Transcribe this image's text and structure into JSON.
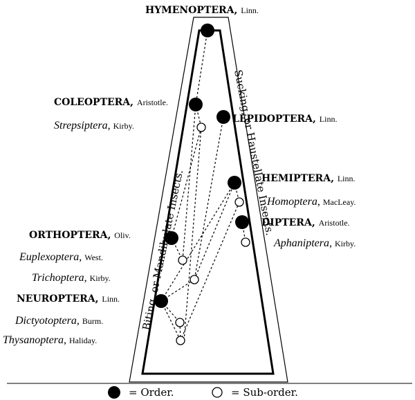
{
  "diagram": {
    "side_labels": {
      "left": "Biting, or Mandibulate Insects.",
      "right": "Sucking, or Haustellate Insects."
    },
    "taxa": [
      {
        "id": "hymenoptera",
        "name": "HYMENOPTERA",
        "author": "Linn.",
        "rank": "order"
      },
      {
        "id": "coleoptera",
        "name": "COLEOPTERA",
        "author": "Aristotle.",
        "rank": "order"
      },
      {
        "id": "strepsiptera",
        "name": "Strepsiptera",
        "author": "Kirby.",
        "rank": "sub-order"
      },
      {
        "id": "lepidoptera",
        "name": "LEPIDOPTERA",
        "author": "Linn.",
        "rank": "order"
      },
      {
        "id": "hemiptera",
        "name": "HEMIPTERA",
        "author": "Linn.",
        "rank": "order"
      },
      {
        "id": "homoptera",
        "name": "Homoptera",
        "author": "MacLeay.",
        "rank": "sub-order"
      },
      {
        "id": "diptera",
        "name": "DIPTERA",
        "author": "Aristotle.",
        "rank": "order"
      },
      {
        "id": "aphaniptera",
        "name": "Aphaniptera",
        "author": "Kirby.",
        "rank": "sub-order"
      },
      {
        "id": "orthoptera",
        "name": "ORTHOPTERA",
        "author": "Oliv.",
        "rank": "order"
      },
      {
        "id": "euplexoptera",
        "name": "Euplexoptera",
        "author": "West.",
        "rank": "sub-order"
      },
      {
        "id": "trichoptera",
        "name": "Trichoptera",
        "author": "Kirby.",
        "rank": "sub-order"
      },
      {
        "id": "neuroptera",
        "name": "NEUROPTERA",
        "author": "Linn.",
        "rank": "order"
      },
      {
        "id": "dictyotoptera",
        "name": "Dictyotoptera",
        "author": "Burm.",
        "rank": "sub-order"
      },
      {
        "id": "thysanoptera",
        "name": "Thysanoptera",
        "author": "Haliday.",
        "rank": "sub-order"
      }
    ],
    "legend": {
      "order_label": "= Order.",
      "suborder_label": "= Sub-order."
    }
  }
}
